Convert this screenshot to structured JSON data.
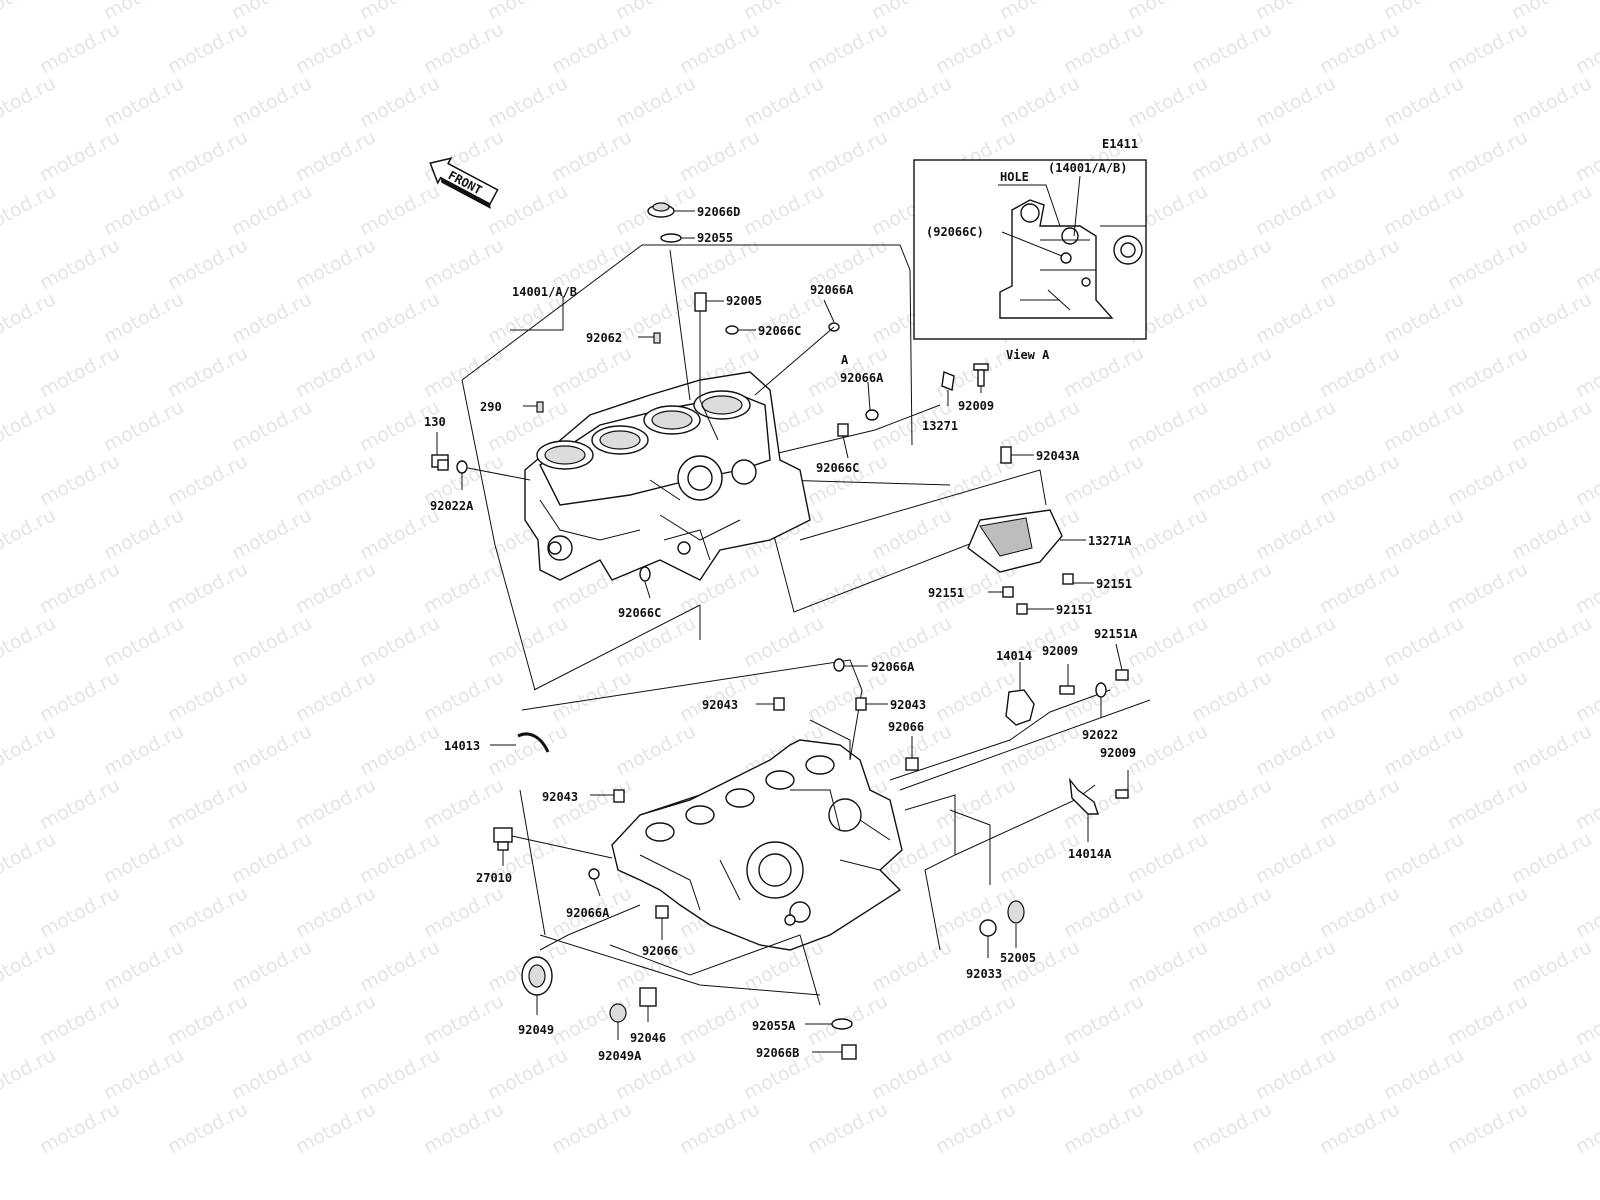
{
  "diagram_code": "E1411",
  "front_label": "FRONT",
  "watermark": "motod.ru",
  "inset": {
    "hole_label": "HOLE",
    "part_label": "(14001/A/B)",
    "ref_label": "(92066C)",
    "caption": "View A",
    "view_marker": "A"
  },
  "labels": {
    "p92066D": "92066D",
    "p92055": "92055",
    "p14001AB": "14001/A/B",
    "p92005": "92005",
    "p92066A_top": "92066A",
    "p92062": "92062",
    "p92066C_top": "92066C",
    "p290": "290",
    "p130": "130",
    "p92022A": "92022A",
    "p92066A_mid": "92066A",
    "p92009_top": "92009",
    "p13271": "13271",
    "p92066C_mid": "92066C",
    "p92043A": "92043A",
    "p13271A": "13271A",
    "p92151_r": "92151",
    "p92151_l": "92151",
    "p92151_b": "92151",
    "p92066C_low": "92066C",
    "p14014": "14014",
    "p92009_mid": "92009",
    "p92151A": "92151A",
    "p92066A_low": "92066A",
    "p92043_l": "92043",
    "p92043_r": "92043",
    "p92066_mid": "92066",
    "p92022": "92022",
    "p14013": "14013",
    "p92009_low": "92009",
    "p92043_left": "92043",
    "p14014A": "14014A",
    "p27010": "27010",
    "p92066A_bottom": "92066A",
    "p92066_bottom": "92066",
    "p52005": "52005",
    "p92033": "92033",
    "p92049": "92049",
    "p92046": "92046",
    "p92049A": "92049A",
    "p92055A": "92055A",
    "p92066B": "92066B"
  }
}
